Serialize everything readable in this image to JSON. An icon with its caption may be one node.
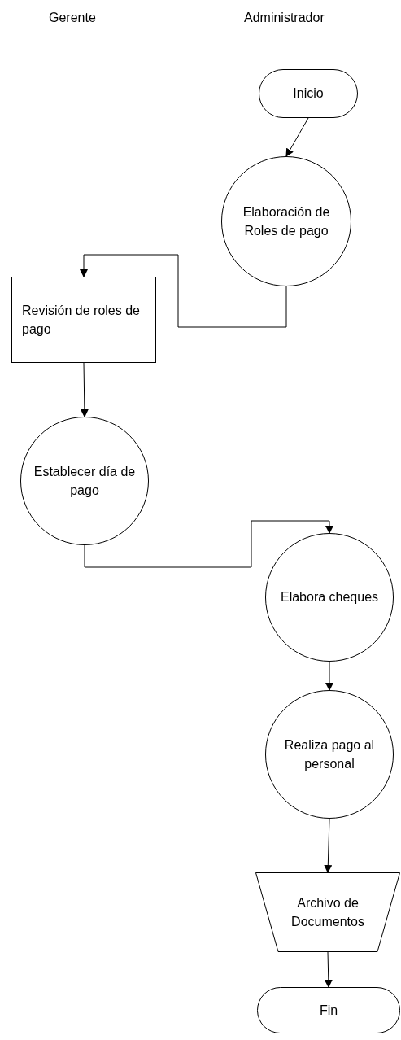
{
  "diagram": {
    "nodes": [
      {
        "text": [
          "Inicio"
        ]
      },
      {
        "text": [
          "Elaboración de Roles de pago"
        ]
      },
      {
        "text": [
          "Revisión de roles de pago"
        ]
      },
      {
        "text": [
          "Establecer día de pago"
        ]
      },
      {
        "text": [
          "Elabora cheques"
        ]
      },
      {
        "text": [
          "Realiza pago al personal"
        ]
      },
      {
        "text": [
          "Archivo de Documentos"
        ]
      },
      {
        "text": [
          "Fin"
        ]
      }
    ],
    "edges": [
      {
        "from": 0,
        "to": 1,
        "arrow": "to"
      },
      {
        "from": 1,
        "to": 2,
        "arrow": "to"
      },
      {
        "from": 2,
        "to": 3,
        "arrow": "to"
      },
      {
        "from": 3,
        "to": 4,
        "arrow": "to"
      },
      {
        "from": 4,
        "to": 5,
        "arrow": "to"
      },
      {
        "from": 5,
        "to": 6,
        "arrow": "to"
      },
      {
        "from": 6,
        "to": 7,
        "arrow": "to"
      }
    ],
    "labels": [
      "Gerente",
      "Administrador"
    ]
  }
}
